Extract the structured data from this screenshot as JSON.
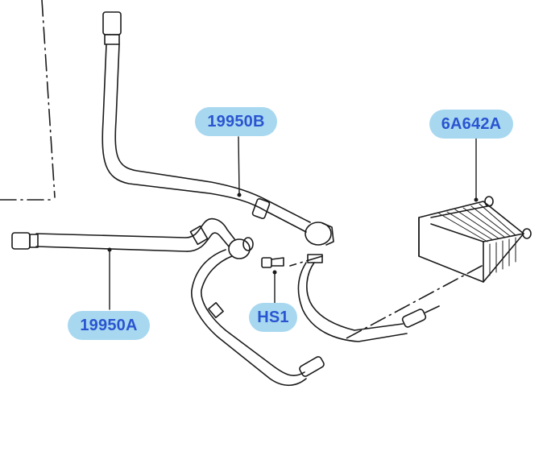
{
  "diagram": {
    "type": "exploded parts diagram",
    "subject": "transmission oil cooler hoses",
    "callouts": [
      {
        "id": "19950B",
        "label": "19950B",
        "part": "upper oil cooler hose"
      },
      {
        "id": "6A642A",
        "label": "6A642A",
        "part": "oil cooler"
      },
      {
        "id": "19950A",
        "label": "19950A",
        "part": "lower oil cooler hose"
      },
      {
        "id": "HS1",
        "label": "HS1",
        "part": "bolt"
      }
    ],
    "colors": {
      "callout_fill": "#a8d8f0",
      "callout_text": "#2a55d0",
      "line_art": "#1a1a1a",
      "background": "#ffffff"
    }
  }
}
